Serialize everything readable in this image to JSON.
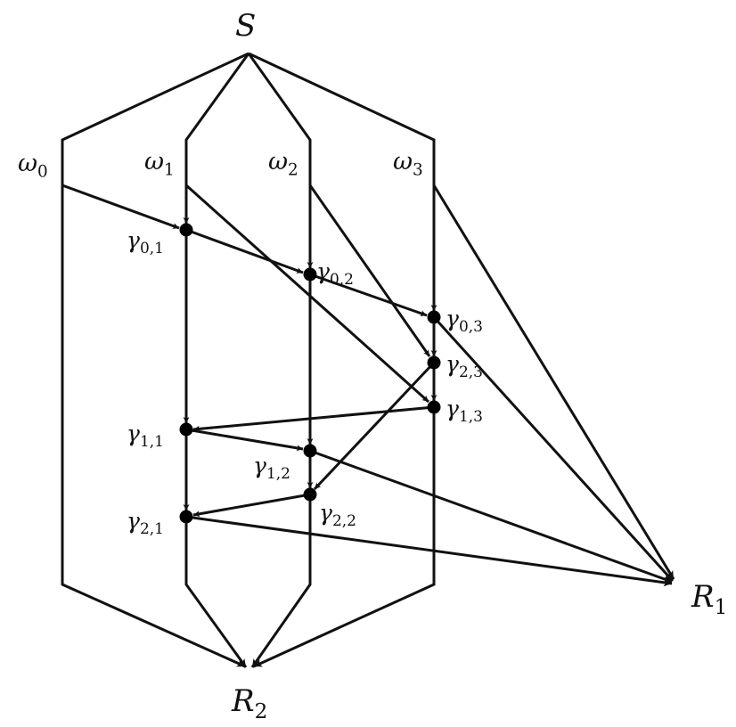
{
  "diagram": {
    "type": "directed-network-flow-graph",
    "colors": {
      "stroke": "#111111",
      "node": "#000000",
      "background": "#ffffff"
    },
    "terminals": {
      "source": {
        "symbol": "S"
      },
      "receiver_1": {
        "symbol": "R",
        "sub": "1"
      },
      "receiver_2": {
        "symbol": "R",
        "sub": "2"
      }
    },
    "branches": [
      {
        "symbol": "ω",
        "sub": "0"
      },
      {
        "symbol": "ω",
        "sub": "1"
      },
      {
        "symbol": "ω",
        "sub": "2"
      },
      {
        "symbol": "ω",
        "sub": "3"
      }
    ],
    "nodes": [
      {
        "symbol": "γ",
        "sub": "0,1"
      },
      {
        "symbol": "γ",
        "sub": "0,2"
      },
      {
        "symbol": "γ",
        "sub": "0,3"
      },
      {
        "symbol": "γ",
        "sub": "2,3"
      },
      {
        "symbol": "γ",
        "sub": "1,3"
      },
      {
        "symbol": "γ",
        "sub": "1,1"
      },
      {
        "symbol": "γ",
        "sub": "1,2"
      },
      {
        "symbol": "γ",
        "sub": "2,2"
      },
      {
        "symbol": "γ",
        "sub": "2,1"
      }
    ],
    "edges": [
      [
        "S",
        "ω0"
      ],
      [
        "S",
        "ω1"
      ],
      [
        "S",
        "ω2"
      ],
      [
        "S",
        "ω3"
      ],
      [
        "ω0",
        "γ0,1"
      ],
      [
        "ω0",
        "R2"
      ],
      [
        "ω1",
        "γ0,1"
      ],
      [
        "ω1",
        "γ1,3"
      ],
      [
        "ω2",
        "γ0,2"
      ],
      [
        "ω2",
        "γ2,3"
      ],
      [
        "ω3",
        "γ0,3"
      ],
      [
        "ω3",
        "R1"
      ],
      [
        "γ0,1",
        "γ0,2"
      ],
      [
        "γ0,1",
        "γ1,1"
      ],
      [
        "γ0,2",
        "γ0,3"
      ],
      [
        "γ0,2",
        "γ1,2"
      ],
      [
        "γ0,3",
        "γ2,3"
      ],
      [
        "γ0,3",
        "R1"
      ],
      [
        "γ2,3",
        "γ1,3"
      ],
      [
        "γ2,3",
        "γ2,2"
      ],
      [
        "γ1,3",
        "γ1,1"
      ],
      [
        "γ1,3",
        "R2"
      ],
      [
        "γ1,1",
        "γ1,2"
      ],
      [
        "γ1,1",
        "γ2,1"
      ],
      [
        "γ1,2",
        "γ2,2"
      ],
      [
        "γ1,2",
        "R1"
      ],
      [
        "γ2,2",
        "γ2,1"
      ],
      [
        "γ2,2",
        "R2"
      ],
      [
        "γ2,1",
        "R1"
      ],
      [
        "γ2,1",
        "R2"
      ]
    ]
  }
}
